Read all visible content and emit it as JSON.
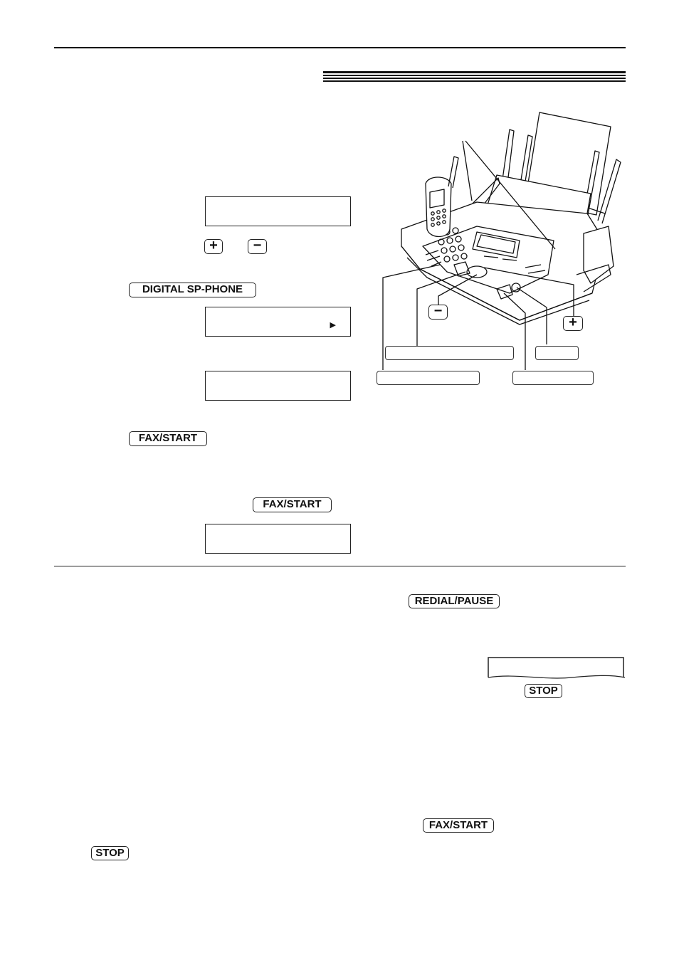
{
  "keys": {
    "plus": "+",
    "minus": "−",
    "digital_sp_phone": "DIGITAL SP-PHONE",
    "fax_start": "FAX/START",
    "redial_pause": "REDIAL/PAUSE",
    "stop": "STOP"
  },
  "displays": {
    "arrow_glyph": "▶"
  },
  "illustration": {
    "plus": "+",
    "minus": "−"
  }
}
